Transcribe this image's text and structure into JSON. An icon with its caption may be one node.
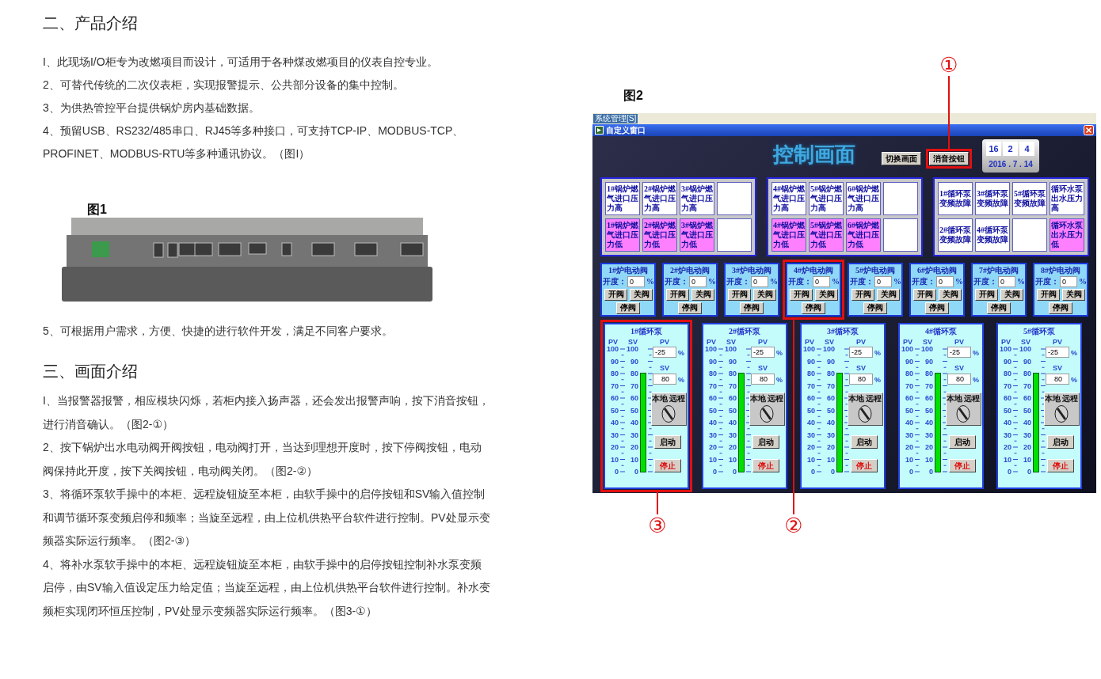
{
  "diagram": {
    "nodes": [
      {
        "text": [
          "①"
        ]
      },
      {
        "text": [],
        "shape": "box"
      },
      {
        "text": [],
        "shape": "box"
      },
      {
        "text": [],
        "shape": "box"
      },
      {
        "text": [
          "③"
        ]
      },
      {
        "text": [
          "②"
        ]
      }
    ],
    "edges": [
      {
        "from": 0,
        "to": 1,
        "arrow": "none"
      },
      {
        "from": 5,
        "to": 2,
        "arrow": "none"
      },
      {
        "from": 4,
        "to": 3,
        "arrow": "none"
      }
    ],
    "labels": [
      "二、产品介绍",
      "I、此现场I/O柜专为改燃项目而设计，可适用于各种煤改燃项目的仪表自控专业。",
      "2、可替代传统的二次仪表柜，实现报警提示、公共部分设备的集中控制。",
      "3、为供热管控平台提供锅炉房内基础数据。",
      "4、预留USB、RS232/485串口、RJ45等多种接口，可支持TCP-IP、MODBUS-TCP、PROFINET、MODBUS-RTU等多种通讯协议。（图I）",
      "图1",
      "5、可根据用户需求，方便、快捷的进行软件开发，满足不同客户要求。",
      "三、画面介绍",
      "I、当报警器报警，相应模块闪烁，若柜内接入扬声器，还会发出报警声响，按下消音按钮，进行消音确认。（图2-①）",
      "2、按下锅炉出水电动阀开阀按钮，电动阀打开，当达到理想开度时，按下停阀按钮，电动阀保持此开度，按下关阀按钮，电动阀关闭。（图2-②）",
      "3、将循环泵软手操中的本柜、远程旋钮旋至本柜，由软手操中的启停按钮和SV输入值控制和调节循环泵变频启停和频率；当旋至远程，由上位机供热平台软件进行控制。PV处显示变频器实际运行频率。（图2-③）",
      "4、将补水泵软手操中的本柜、远程旋钮旋至本柜，由软手操中的启停按钮控制补水泵变频启停，由SV输入值设定压力给定值；当旋至远程，由上位机供热平台软件进行控制。补水变频柜实现闭环恒压控制，PV处显示变频器实际运行频率。（图3-①）",
      "图2",
      "系统管理[S]",
      "自定义窗口",
      "控制画面",
      "切换画面",
      "消音按钮",
      "16",
      "2",
      "4",
      "2016 . 7 . 14",
      "1#锅炉燃气进口压力高",
      "2#锅炉燃气进口压力高",
      "3#锅炉燃气进口压力高",
      "1#锅炉燃气进口压力低",
      "2#锅炉燃气进口压力低",
      "3#锅炉燃气进口压力低",
      "4#锅炉燃气进口压力高",
      "5#锅炉燃气进口压力高",
      "6#锅炉燃气进口压力高",
      "4#锅炉燃气进口压力低",
      "5#锅炉燃气进口压力低",
      "6#锅炉燃气进口压力低",
      "1#循环泵变频故障",
      "3#循环泵变频故障",
      "5#循环泵变频故障",
      "循环水泵出水压力高",
      "2#循环泵变频故障",
      "4#循环泵变频故障",
      "循环水泵出水压力低",
      "1#炉电动阀",
      "开度：",
      "0",
      "%",
      "开阀",
      "关阀",
      "停阀",
      "2#炉电动阀",
      "开度：",
      "0",
      "%",
      "开阀",
      "关阀",
      "停阀",
      "3#炉电动阀",
      "开度：",
      "0",
      "%",
      "开阀",
      "关阀",
      "停阀",
      "4#炉电动阀",
      "开度：",
      "0",
      "%",
      "开阀",
      "关阀",
      "停阀",
      "5#炉电动阀",
      "开度：",
      "0",
      "%",
      "开阀",
      "关阀",
      "停阀",
      "6#炉电动阀",
      "开度：",
      "0",
      "%",
      "开阀",
      "关阀",
      "停阀",
      "7#炉电动阀",
      "开度：",
      "0",
      "%",
      "开阀",
      "关阀",
      "停阀",
      "8#炉电动阀",
      "开度：",
      "0",
      "%",
      "开阀",
      "关阀",
      "停阀",
      "1#循环泵",
      "PV",
      "SV",
      "PV",
      "100",
      "100",
      "90",
      "90",
      "80",
      "80",
      "70",
      "70",
      "60",
      "60",
      "50",
      "50",
      "40",
      "40",
      "30",
      "30",
      "20",
      "20",
      "10",
      "10",
      "0",
      "0",
      "-25",
      "%",
      "SV",
      "80",
      "%",
      "本地",
      "远程",
      "启动",
      "停止",
      "2#循环泵",
      "PV",
      "SV",
      "PV",
      "100",
      "100",
      "90",
      "90",
      "80",
      "80",
      "70",
      "70",
      "60",
      "60",
      "50",
      "50",
      "40",
      "40",
      "30",
      "30",
      "20",
      "20",
      "10",
      "10",
      "0",
      "0",
      "-25",
      "%",
      "SV",
      "80",
      "%",
      "本地",
      "远程",
      "启动",
      "停止",
      "3#循环泵",
      "PV",
      "SV",
      "PV",
      "100",
      "100",
      "90",
      "90",
      "80",
      "80",
      "70",
      "70",
      "60",
      "60",
      "50",
      "50",
      "40",
      "40",
      "30",
      "30",
      "20",
      "20",
      "10",
      "10",
      "0",
      "0",
      "-25",
      "%",
      "SV",
      "80",
      "%",
      "本地",
      "远程",
      "启动",
      "停止",
      "4#循环泵",
      "PV",
      "SV",
      "PV",
      "100",
      "100",
      "90",
      "90",
      "80",
      "80",
      "70",
      "70",
      "60",
      "60",
      "50",
      "50",
      "40",
      "40",
      "30",
      "30",
      "20",
      "20",
      "10",
      "10",
      "0",
      "0",
      "-25",
      "%",
      "SV",
      "80",
      "%",
      "本地",
      "远程",
      "启动",
      "停止",
      "5#循环泵",
      "PV",
      "SV",
      "PV",
      "100",
      "100",
      "90",
      "90",
      "80",
      "80",
      "70",
      "70",
      "60",
      "60",
      "50",
      "50",
      "40",
      "40",
      "30",
      "30",
      "20",
      "20",
      "10",
      "10",
      "0",
      "0",
      "-25",
      "%",
      "SV",
      "80",
      "%",
      "本地",
      "远程",
      "启动",
      "停止"
    ]
  }
}
